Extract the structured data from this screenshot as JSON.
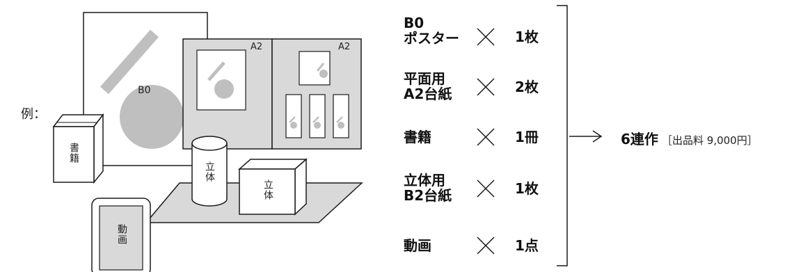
{
  "example_label": "例：",
  "illustration": {
    "poster_label": "B0",
    "board_left_label": "A2",
    "board_right_label": "A2",
    "book_label": "書籍",
    "cylinder_label": "立体",
    "box_label": "立体",
    "tablet_label": "動画"
  },
  "items": [
    {
      "name_line1": "B0",
      "name_line2": "ポスター",
      "count": "1枚"
    },
    {
      "name_line1": "平面用",
      "name_line2": "A2台紙",
      "count": "2枚"
    },
    {
      "name_line1": "書籍",
      "name_line2": "",
      "count": "1冊"
    },
    {
      "name_line1": "立体用",
      "name_line2": "B2台紙",
      "count": "1枚"
    },
    {
      "name_line1": "動画",
      "name_line2": "",
      "count": "1点"
    }
  ],
  "result": {
    "count": "6連作",
    "fee": "［出品料 9,000円］"
  },
  "colors": {
    "line": "#1a1a1a",
    "gray_fill": "#d9d9d9",
    "shape_gray": "#bfbfbf"
  }
}
